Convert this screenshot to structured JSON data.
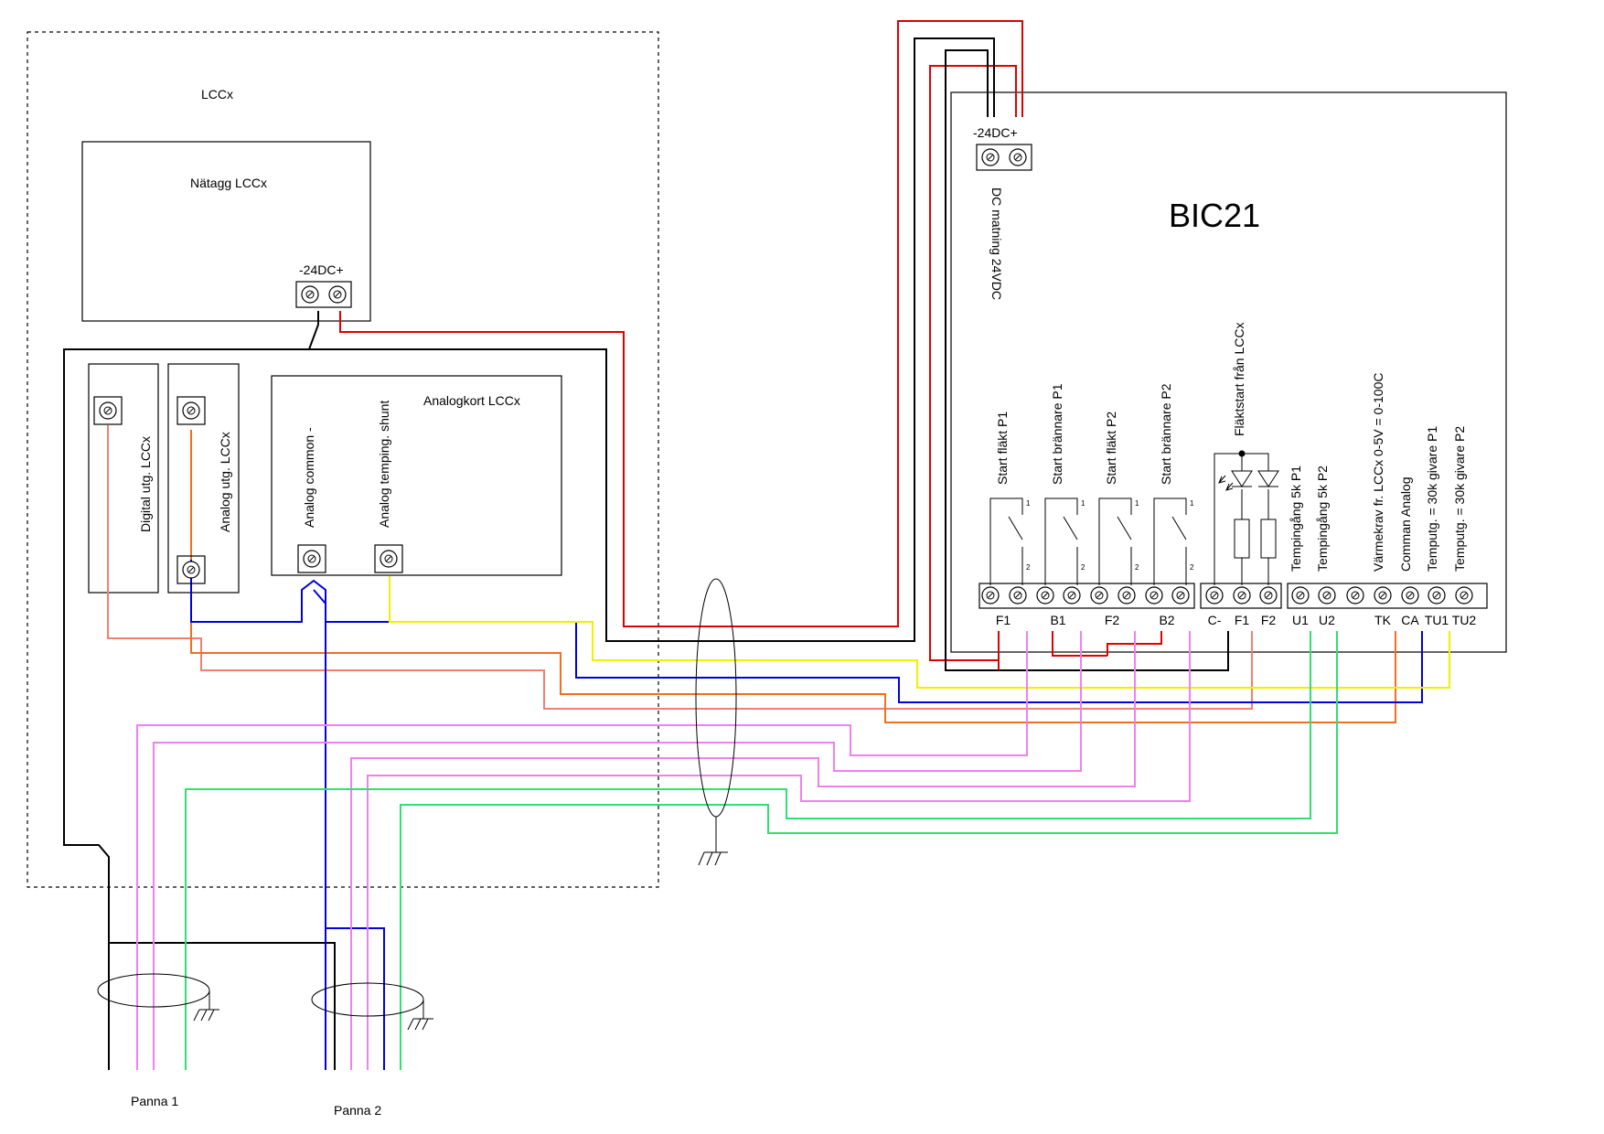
{
  "lccx": {
    "title": "LCCx",
    "power_supply": {
      "title": "Nätagg LCCx",
      "terminal_label": "-24DC+"
    },
    "digital_out_label": "Digital utg. LCCx",
    "analog_out_label": "Analog utg. LCCx",
    "analog_card": {
      "title": "Analogkort LCCx",
      "common_label": "Analog common -",
      "shunt_label": "Analog temping. shunt"
    }
  },
  "bic21": {
    "title": "BIC21",
    "supply_terminal_label": "-24DC+",
    "supply_desc": "DC matning 24VDC",
    "function_labels": [
      "Start fläkt P1",
      "Start brännare P1",
      "Start fläkt P2",
      "Start brännare P2",
      "Fläktstart från LCCx",
      "Tempingång 5k P1",
      "Tempingång 5k P2",
      "Värmekrav fr. LCCx 0-5V = 0-100C",
      "Comman Analog",
      "Temputg. = 30k givare P1",
      "Temputg. = 30k givare P2"
    ],
    "terminal_labels": [
      "F1",
      "B1",
      "F2",
      "B2",
      "C-",
      "F1",
      "F2",
      "U1",
      "U2",
      "TK",
      "CA",
      "TU1",
      "TU2"
    ],
    "relay_pin_top": "1",
    "relay_pin_bottom": "2"
  },
  "outputs": {
    "panna1": "Panna 1",
    "panna2": "Panna 2"
  },
  "wire_colors": {
    "supply_positive": "#e00000",
    "supply_negative": "#000000",
    "digital": "#f08070",
    "analog": "#f07020",
    "common": "#0000e0",
    "shunt": "#f0f000",
    "relays": "#f080f0",
    "temperature": "#30e070"
  }
}
